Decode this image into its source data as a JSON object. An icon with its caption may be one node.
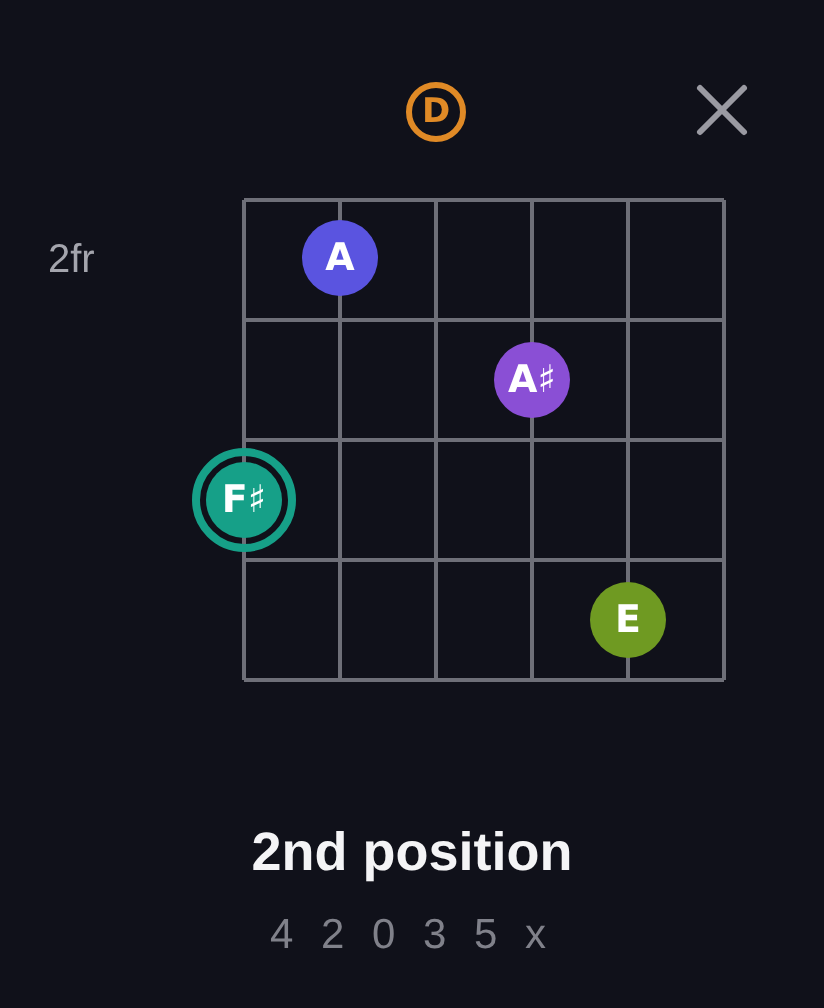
{
  "diagram": {
    "title": "2nd position",
    "nodes": [
      {
        "text": [
          "D"
        ]
      },
      {
        "text": [
          "A"
        ]
      },
      {
        "text": [
          "A♯"
        ]
      },
      {
        "text": [
          "F♯"
        ]
      },
      {
        "text": [
          "E"
        ]
      }
    ],
    "labels": [
      "2fr",
      "4 2 0 3 5 x"
    ]
  }
}
